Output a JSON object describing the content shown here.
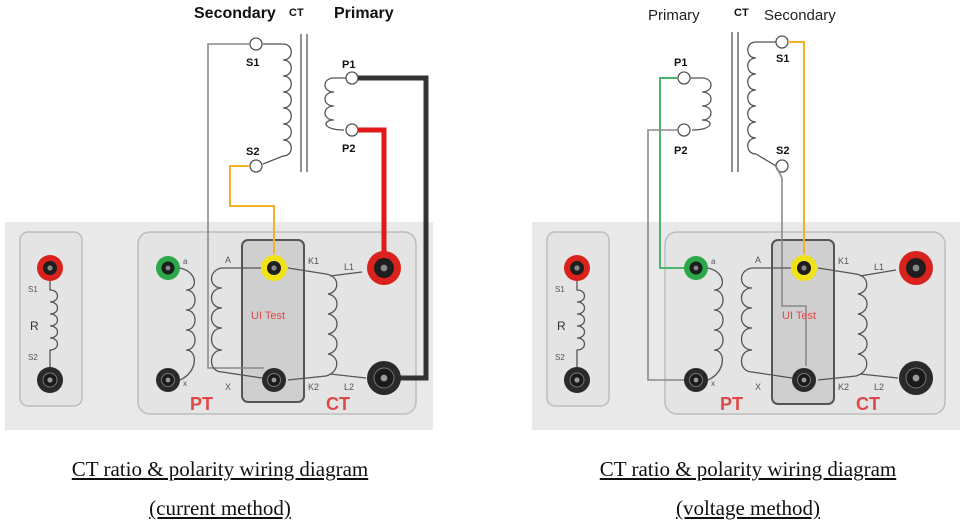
{
  "colors": {
    "panel": "#e9e9e9",
    "inner_panel": "#dcdcdc",
    "red": "#d9221b",
    "green": "#2aa84a",
    "yellow": "#f0e217",
    "black_wire": "#333333",
    "red_wire": "#e01a1a",
    "green_wire": "#4cb56c",
    "orange_wire": "#f1b12a",
    "gray_wire": "#8a8a8a",
    "label_red": "#e04848"
  },
  "left": {
    "header_secondary": "Secondary",
    "header_ct": "CT",
    "header_primary": "Primary",
    "s1": "S1",
    "s2": "S2",
    "p1": "P1",
    "p2": "P2",
    "ui_test": "UI Test",
    "pt": "PT",
    "ct": "CT",
    "term_a": "a",
    "term_x_small": "x",
    "term_A": "A",
    "term_X": "X",
    "term_k1": "K1",
    "term_k2": "K2",
    "term_l1": "L1",
    "term_l2": "L2",
    "r_label": "R",
    "r_s1": "S1",
    "r_s2": "S2",
    "caption_line1": "CT ratio & polarity wiring diagram",
    "caption_line2": "(current method)"
  },
  "right": {
    "header_primary": "Primary",
    "header_ct": "CT",
    "header_secondary": "Secondary",
    "s1": "S1",
    "s2": "S2",
    "p1": "P1",
    "p2": "P2",
    "ui_test": "UI Test",
    "pt": "PT",
    "ct": "CT",
    "term_a": "a",
    "term_x_small": "x",
    "term_A": "A",
    "term_X": "X",
    "term_k1": "K1",
    "term_k2": "K2",
    "term_l1": "L1",
    "term_l2": "L2",
    "r_label": "R",
    "r_s1": "S1",
    "r_s2": "S2",
    "caption_line1": "CT ratio & polarity wiring diagram",
    "caption_line2": "(voltage method)"
  }
}
